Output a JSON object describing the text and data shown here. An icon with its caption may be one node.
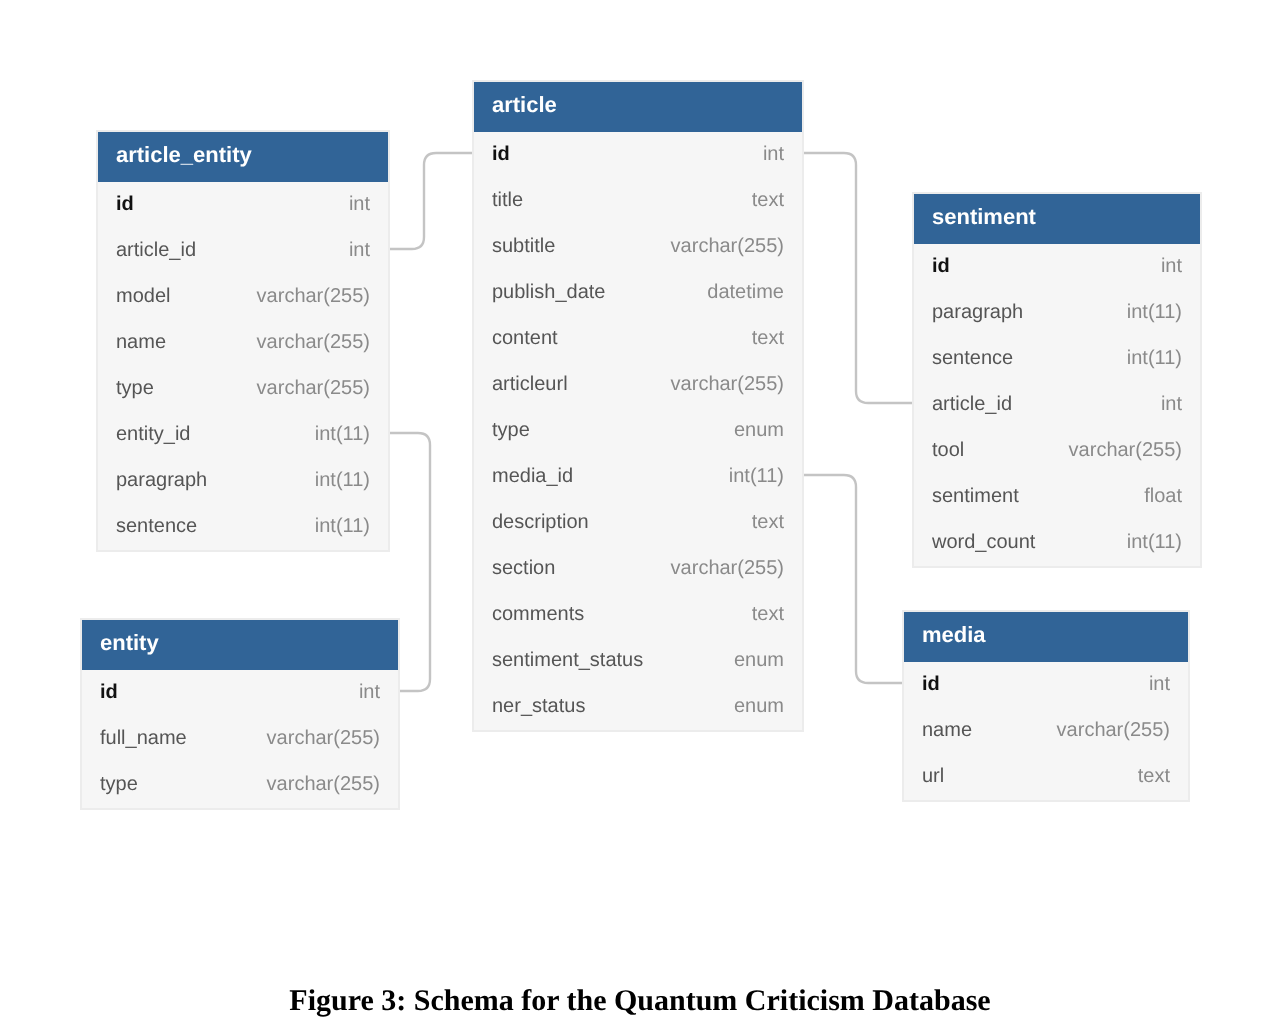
{
  "diagram": {
    "caption": "Figure 3: Schema for the Quantum Criticism Database",
    "nodes": [
      {
        "text": [
          "article_entity"
        ]
      },
      {
        "text": [
          "id",
          "int"
        ],
        "in": 0
      },
      {
        "text": [
          "article_id",
          "int"
        ],
        "in": 0
      },
      {
        "text": [
          "model",
          "varchar(255)"
        ],
        "in": 0
      },
      {
        "text": [
          "name",
          "varchar(255)"
        ],
        "in": 0
      },
      {
        "text": [
          "type",
          "varchar(255)"
        ],
        "in": 0
      },
      {
        "text": [
          "entity_id",
          "int(11)"
        ],
        "in": 0
      },
      {
        "text": [
          "paragraph",
          "int(11)"
        ],
        "in": 0
      },
      {
        "text": [
          "sentence",
          "int(11)"
        ],
        "in": 0
      },
      {
        "text": [
          "article"
        ]
      },
      {
        "text": [
          "id",
          "int"
        ],
        "in": 9
      },
      {
        "text": [
          "title",
          "text"
        ],
        "in": 9
      },
      {
        "text": [
          "subtitle",
          "varchar(255)"
        ],
        "in": 9
      },
      {
        "text": [
          "publish_date",
          "datetime"
        ],
        "in": 9
      },
      {
        "text": [
          "content",
          "text"
        ],
        "in": 9
      },
      {
        "text": [
          "articleurl",
          "varchar(255)"
        ],
        "in": 9
      },
      {
        "text": [
          "type",
          "enum"
        ],
        "in": 9
      },
      {
        "text": [
          "media_id",
          "int(11)"
        ],
        "in": 9
      },
      {
        "text": [
          "description",
          "text"
        ],
        "in": 9
      },
      {
        "text": [
          "section",
          "varchar(255)"
        ],
        "in": 9
      },
      {
        "text": [
          "comments",
          "text"
        ],
        "in": 9
      },
      {
        "text": [
          "sentiment_status",
          "enum"
        ],
        "in": 9
      },
      {
        "text": [
          "ner_status",
          "enum"
        ],
        "in": 9
      },
      {
        "text": [
          "sentiment"
        ]
      },
      {
        "text": [
          "id",
          "int"
        ],
        "in": 23
      },
      {
        "text": [
          "paragraph",
          "int(11)"
        ],
        "in": 23
      },
      {
        "text": [
          "sentence",
          "int(11)"
        ],
        "in": 23
      },
      {
        "text": [
          "article_id",
          "int"
        ],
        "in": 23
      },
      {
        "text": [
          "tool",
          "varchar(255)"
        ],
        "in": 23
      },
      {
        "text": [
          "sentiment",
          "float"
        ],
        "in": 23
      },
      {
        "text": [
          "word_count",
          "int(11)"
        ],
        "in": 23
      },
      {
        "text": [
          "entity"
        ]
      },
      {
        "text": [
          "id",
          "int"
        ],
        "in": 31
      },
      {
        "text": [
          "full_name",
          "varchar(255)"
        ],
        "in": 31
      },
      {
        "text": [
          "type",
          "varchar(255)"
        ],
        "in": 31
      },
      {
        "text": [
          "media"
        ]
      },
      {
        "text": [
          "id",
          "int"
        ],
        "in": 35
      },
      {
        "text": [
          "name",
          "varchar(255)"
        ],
        "in": 35
      },
      {
        "text": [
          "url",
          "text"
        ],
        "in": 35
      }
    ],
    "edges": [
      {
        "from": 2,
        "to": 10,
        "arrow": "none"
      },
      {
        "from": 6,
        "to": 32,
        "arrow": "none"
      },
      {
        "from": 10,
        "to": 27,
        "arrow": "none"
      },
      {
        "from": 17,
        "to": 36,
        "arrow": "none"
      }
    ]
  }
}
